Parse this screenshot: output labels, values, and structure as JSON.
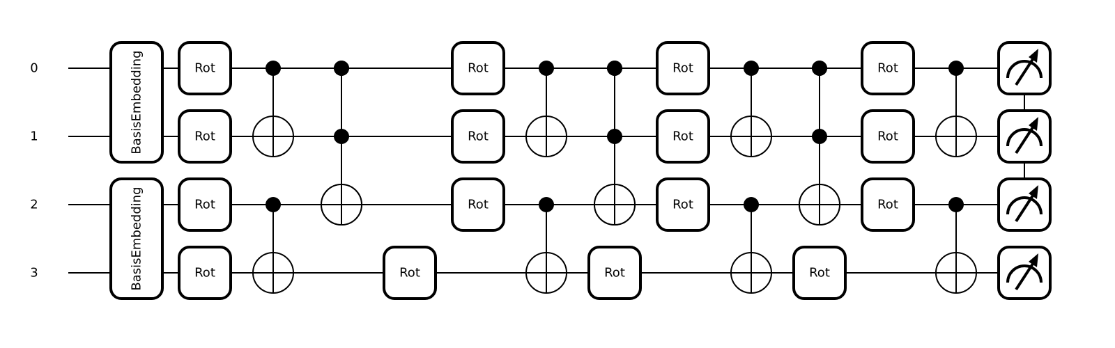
{
  "circuit": {
    "wire_labels": [
      "0",
      "1",
      "2",
      "3"
    ],
    "embedding": [
      {
        "label": "BasisEmbedding",
        "wires": [
          0,
          1
        ]
      },
      {
        "label": "BasisEmbedding",
        "wires": [
          2,
          3
        ]
      }
    ],
    "rot_label": "Rot",
    "rot_columns": [
      {
        "col": 0,
        "wires": [
          0,
          1,
          2,
          3
        ]
      },
      {
        "col": 3,
        "wires": [
          3
        ]
      },
      {
        "col": 4,
        "wires": [
          0,
          1,
          2
        ]
      },
      {
        "col": 6,
        "wires": [
          3
        ]
      },
      {
        "col": 7,
        "wires": [
          0,
          1,
          2
        ]
      },
      {
        "col": 9,
        "wires": [
          3
        ]
      },
      {
        "col": 10,
        "wires": [
          0,
          1,
          2
        ]
      }
    ],
    "cnots": [
      {
        "col": 1,
        "control": 0,
        "target": 1
      },
      {
        "col": 1,
        "control": 2,
        "target": 3
      },
      {
        "col": 2,
        "control": 0,
        "target": 2
      },
      {
        "col": 5,
        "control": 0,
        "target": 1
      },
      {
        "col": 5,
        "control": 2,
        "target": 3
      },
      {
        "col": 6,
        "control": 0,
        "target": 2
      },
      {
        "col": 8,
        "control": 0,
        "target": 1
      },
      {
        "col": 8,
        "control": 2,
        "target": 3
      },
      {
        "col": 9,
        "control": 0,
        "target": 2
      },
      {
        "col": 11,
        "control": 0,
        "target": 1
      },
      {
        "col": 11,
        "control": 2,
        "target": 3
      },
      {
        "col": 12,
        "control": 0,
        "target": 2
      }
    ],
    "toffolis": [
      {
        "col": 2,
        "controls": [
          0,
          1
        ],
        "target": 2
      },
      {
        "col": 6,
        "controls": [
          0,
          1
        ],
        "target": 2
      },
      {
        "col": 9,
        "controls": [
          0,
          1
        ],
        "target": 2
      },
      {
        "col": 12,
        "controls": [
          0,
          1
        ],
        "target": 2
      }
    ],
    "measurements": {
      "wires": [
        0,
        1,
        2,
        3
      ],
      "icon": "meter-icon"
    }
  }
}
